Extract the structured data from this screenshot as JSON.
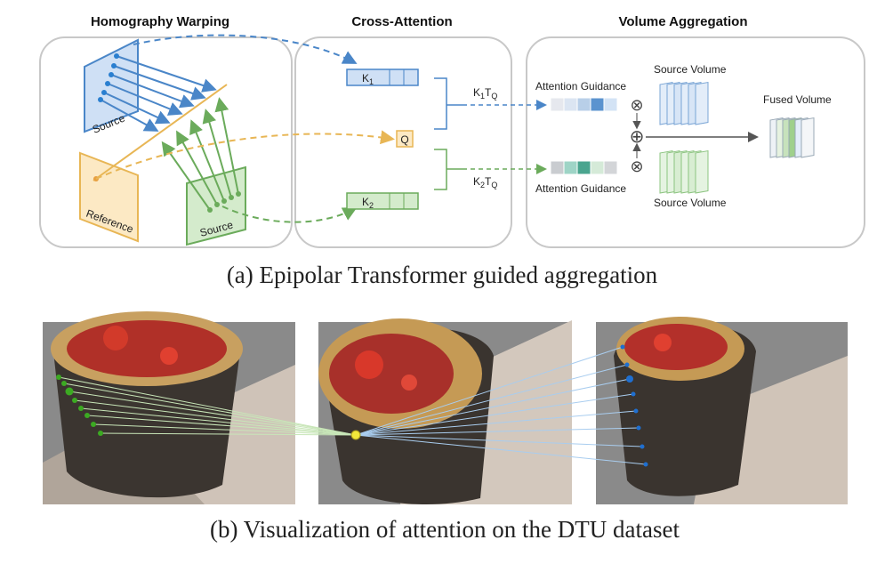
{
  "panel_a": {
    "caption": "(a) Epipolar Transformer guided aggregation",
    "sections": {
      "homography": {
        "title": "Homography Warping",
        "source_top": "Source",
        "reference": "Reference",
        "source_bottom": "Source"
      },
      "cross_attention": {
        "title": "Cross-Attention",
        "k1": "K",
        "k1_sub": "1",
        "query": "Q",
        "k2": "K",
        "k2_sub": "2",
        "prod1_main": "K",
        "prod1_sub": "1",
        "prod1_t": "T",
        "prod1_q": "Q",
        "prod2_main": "K",
        "prod2_sub": "2",
        "prod2_t": "T",
        "prod2_q": "Q"
      },
      "volume": {
        "title": "Volume Aggregation",
        "guidance_top": "Attention Guidance",
        "guidance_bottom": "Attention Guidance",
        "source_volume_top": "Source Volume",
        "source_volume_bottom": "Source Volume",
        "fused_volume": "Fused Volume",
        "times_symbol": "⊗",
        "plus_symbol": "⊕"
      }
    }
  },
  "panel_b": {
    "caption": "(b) Visualization of attention on the DTU dataset"
  },
  "colors": {
    "blue": "#4a86c8",
    "blue_fill": "#cfe0f5",
    "green": "#6bab5b",
    "green_fill": "#d4ebcc",
    "orange": "#e8b655",
    "orange_fill": "#fce9c4",
    "box_border": "#c8c8c8",
    "teal": "#4aa58f"
  }
}
